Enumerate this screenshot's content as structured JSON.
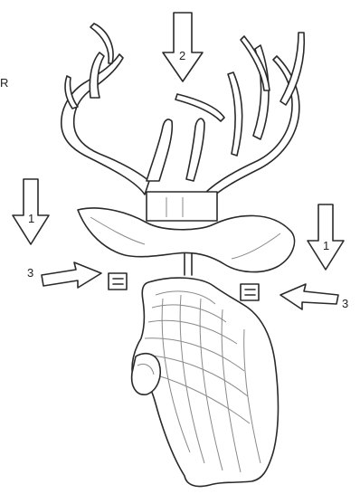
{
  "corner_text": "R",
  "step_labels": {
    "arrow_top": "2",
    "arrow_left_down": "1",
    "arrow_right_down": "1",
    "arrow_left_side": "3",
    "arrow_right_side": "3"
  }
}
